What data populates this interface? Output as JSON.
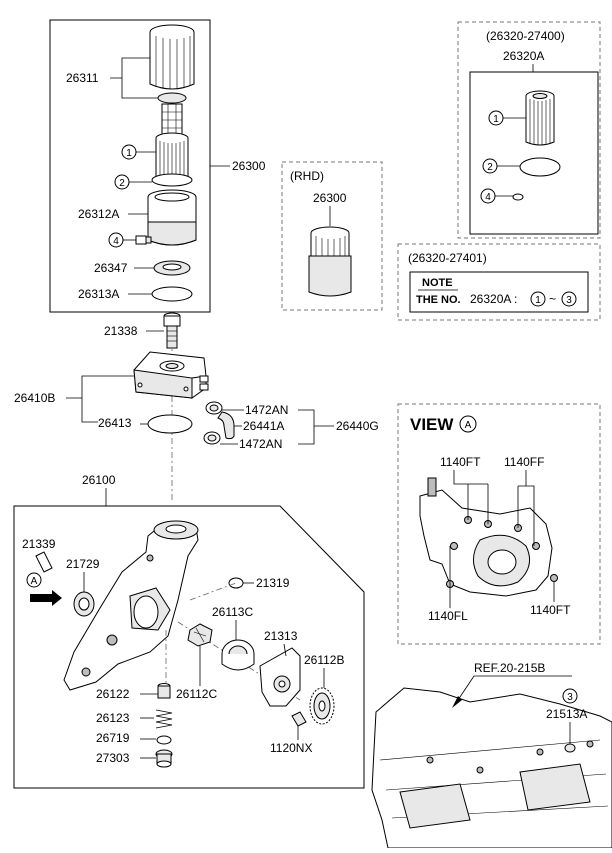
{
  "labels": {
    "p26311": "26311",
    "p26300": "26300",
    "p26312A": "26312A",
    "p26347": "26347",
    "p26313A": "26313A",
    "p21338": "21338",
    "p26410B": "26410B",
    "p26413": "26413",
    "p1472AN_top": "1472AN",
    "p26441A": "26441A",
    "p26440G": "26440G",
    "p1472AN_bot": "1472AN",
    "p26100": "26100",
    "p21339": "21339",
    "p21729": "21729",
    "p21319": "21319",
    "p26113C": "26113C",
    "p21313": "21313",
    "p26112B": "26112B",
    "p26122": "26122",
    "p26112C": "26112C",
    "p26123": "26123",
    "p26719": "26719",
    "p27303": "27303",
    "p1120NX": "1120NX",
    "p21513A": "21513A"
  },
  "circled": {
    "c1": "1",
    "c2": "2",
    "c3": "3",
    "c4": "4",
    "a": "A"
  },
  "rhd_box": {
    "title": "(RHD)",
    "part": "26300"
  },
  "kit_box": {
    "code": "(26320-27400)",
    "part": "26320A"
  },
  "note_box": {
    "code": "(26320-27401)",
    "heading": "NOTE",
    "text_prefix": "THE NO.",
    "text_part": "26320A :",
    "range_sep": "~"
  },
  "view_box": {
    "title": "VIEW",
    "label_ft_top": "1140FT",
    "label_ff": "1140FF",
    "label_fl": "1140FL",
    "label_ft_bot": "1140FT"
  },
  "reference": {
    "text": "REF.20-215",
    "suffix": "B"
  }
}
